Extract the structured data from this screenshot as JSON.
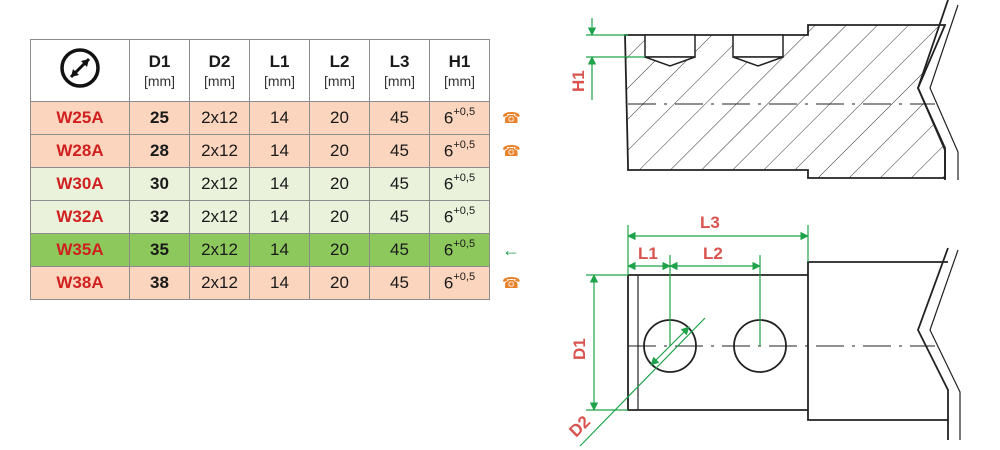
{
  "table": {
    "diameter_icon": "diameter-icon",
    "headers": [
      {
        "name": "D1",
        "unit": "[mm]"
      },
      {
        "name": "D2",
        "unit": "[mm]"
      },
      {
        "name": "L1",
        "unit": "[mm]"
      },
      {
        "name": "L2",
        "unit": "[mm]"
      },
      {
        "name": "L3",
        "unit": "[mm]"
      },
      {
        "name": "H1",
        "unit": "[mm]"
      }
    ],
    "rows": [
      {
        "code": "W25A",
        "d1": "25",
        "d2": "2x12",
        "l1": "14",
        "l2": "20",
        "l3": "45",
        "h1": "6",
        "h1_tol": "+0,5",
        "marker": "☎",
        "marker_icon": "phone-icon",
        "style": "orange"
      },
      {
        "code": "W28A",
        "d1": "28",
        "d2": "2x12",
        "l1": "14",
        "l2": "20",
        "l3": "45",
        "h1": "6",
        "h1_tol": "+0,5",
        "marker": "☎",
        "marker_icon": "phone-icon",
        "style": "orange"
      },
      {
        "code": "W30A",
        "d1": "30",
        "d2": "2x12",
        "l1": "14",
        "l2": "20",
        "l3": "45",
        "h1": "6",
        "h1_tol": "+0,5",
        "marker": "",
        "marker_icon": "",
        "style": "pale"
      },
      {
        "code": "W32A",
        "d1": "32",
        "d2": "2x12",
        "l1": "14",
        "l2": "20",
        "l3": "45",
        "h1": "6",
        "h1_tol": "+0,5",
        "marker": "",
        "marker_icon": "",
        "style": "pale"
      },
      {
        "code": "W35A",
        "d1": "35",
        "d2": "2x12",
        "l1": "14",
        "l2": "20",
        "l3": "45",
        "h1": "6",
        "h1_tol": "+0,5",
        "marker": "←",
        "marker_icon": "arrow-left-icon",
        "style": "hl"
      },
      {
        "code": "W38A",
        "d1": "38",
        "d2": "2x12",
        "l1": "14",
        "l2": "20",
        "l3": "45",
        "h1": "6",
        "h1_tol": "+0,5",
        "marker": "☎",
        "marker_icon": "phone-icon",
        "style": "orange"
      }
    ]
  },
  "drawing": {
    "label_h1": "H1",
    "label_l1": "L1",
    "label_l2": "L2",
    "label_l3": "L3",
    "label_d1": "D1",
    "label_d2": "D2"
  },
  "colors": {
    "code_red": "#d0201f",
    "dim_green": "#1fa34a",
    "label_red": "#d9534f",
    "row_orange": "#fbd5be",
    "row_pale": "#eaf2dc",
    "row_highlight": "#8cc85c",
    "phone_orange": "#e8822a"
  }
}
